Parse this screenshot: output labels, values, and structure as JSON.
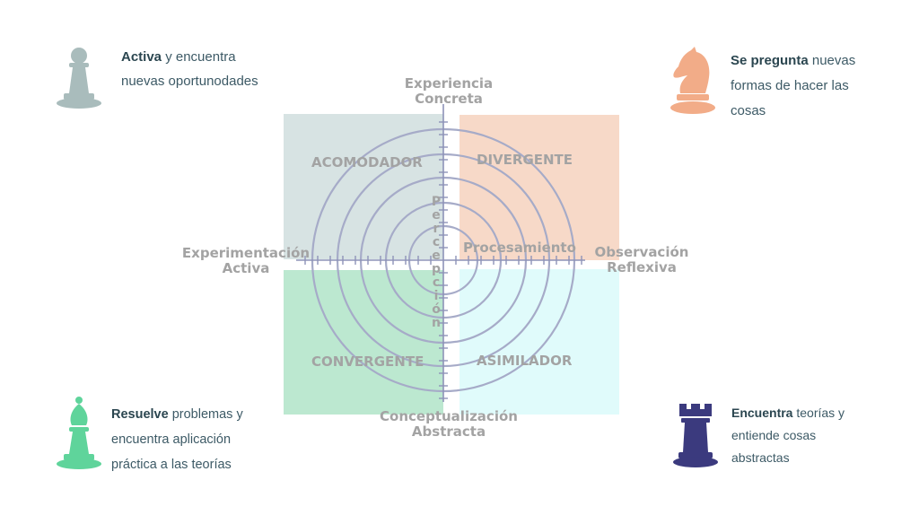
{
  "colors": {
    "accomodator": "#d7e3e3",
    "divergent": "#f7d9c8",
    "convergent": "#bce8d0",
    "assimilator": "#e0fbfb",
    "pawn": "#a9bcbc",
    "knight": "#f2ac88",
    "bishop": "#5fd49b",
    "rook": "#3b3a7e",
    "grid": "#9a9fc0",
    "label": "#a3a3a3",
    "text": "#3d5a66"
  },
  "axes": {
    "top": [
      "Experiencia",
      "Concreta"
    ],
    "bottom": [
      "Conceptualización",
      "Abstracta"
    ],
    "left": [
      "Experimentación",
      "Activa"
    ],
    "right": [
      "Observación",
      "Reflexiva"
    ],
    "horizontal_center": "Procesamiento",
    "vertical_letters": [
      "P",
      "e",
      "r",
      "c",
      "e",
      "p",
      "c",
      "i",
      "ó",
      "n"
    ]
  },
  "quadrants": {
    "top_left": "ACOMODADOR",
    "top_right": "DIVERGENTE",
    "bottom_left": "CONVERGENTE",
    "bottom_right": "ASIMILADOR"
  },
  "descriptions": {
    "top_left": {
      "icon": "pawn-icon",
      "bold": "Activa",
      "rest": " y encuentra nuevas oportunodades"
    },
    "top_right": {
      "icon": "knight-icon",
      "bold": "Se pregunta",
      "rest": " nuevas formas de hacer las cosas"
    },
    "bottom_left": {
      "icon": "bishop-icon",
      "bold": "Resuelve",
      "rest": " problemas y encuentra aplicación práctica a las teorías"
    },
    "bottom_right": {
      "icon": "rook-icon",
      "bold": "Encuentra",
      "rest": " teorías y entiende cosas abstractas"
    }
  }
}
